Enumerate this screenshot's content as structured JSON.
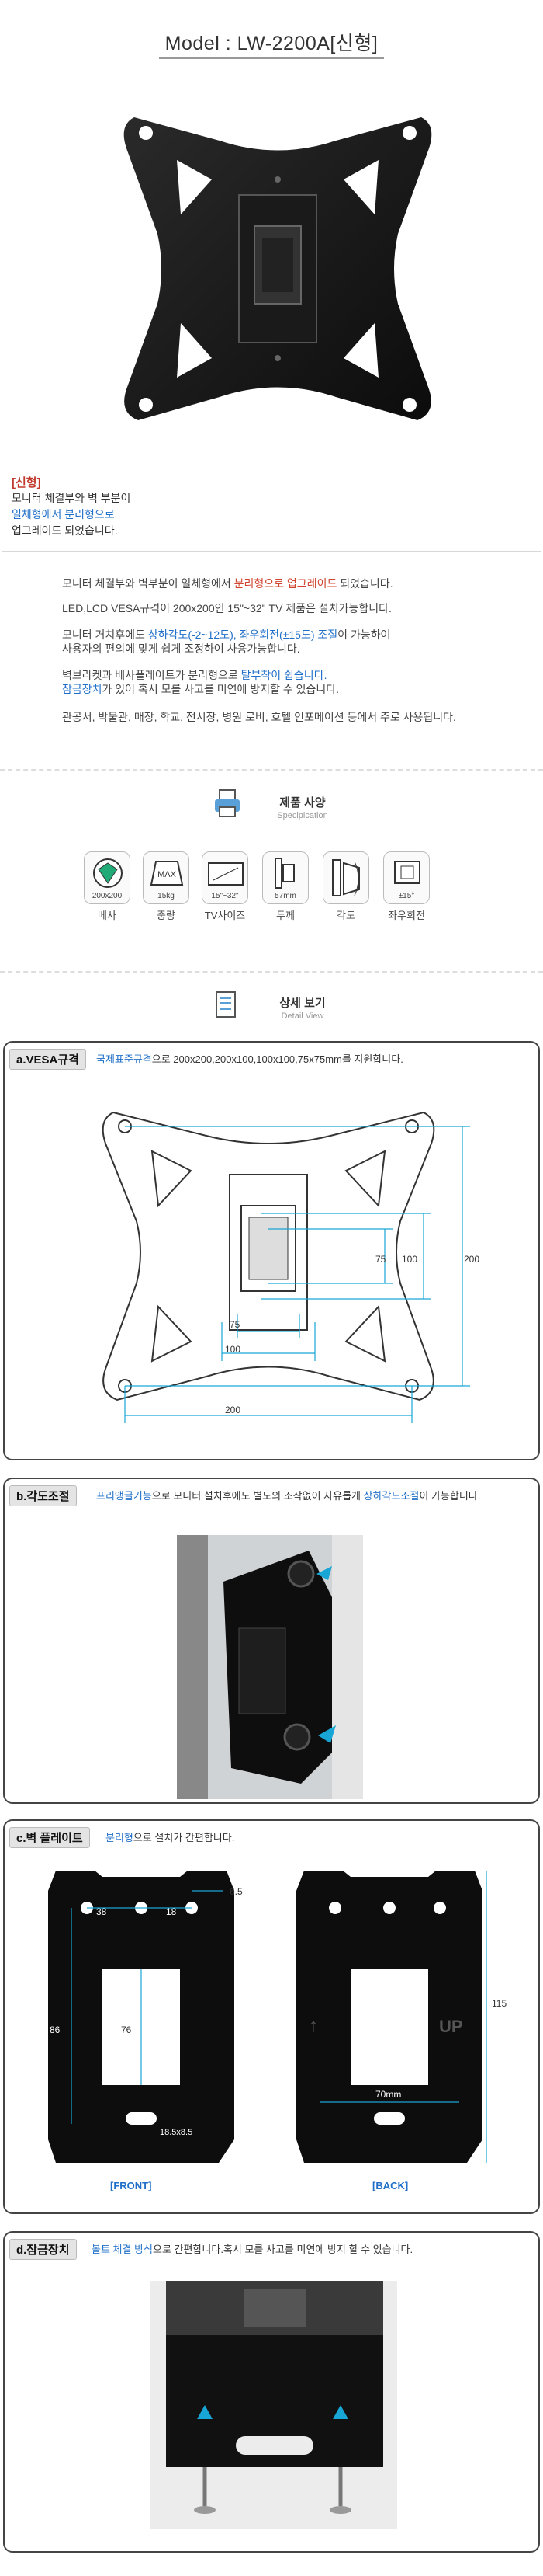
{
  "header": {
    "model_title": "Model : LW-2200A[신형]"
  },
  "hero": {
    "new_label": "[신형]",
    "notes": [
      "모니터 체결부와 벽 부분이",
      "일체형에서 분리형으로",
      "업그레이드 되었습니다."
    ]
  },
  "intro": {
    "p1": "모니터 체결부와 벽부분이 일체형에서 분리형으로 업그레이드 되었습니다.",
    "p2": "LED,LCD VESA규격이 200x200인 15\"~32\" TV 제품은 설치가능합니다.",
    "p3_a": "모니터 거치후에도 ",
    "p3_b": "상하각도(-2~12도), 좌우회전(±15도) 조절",
    "p3_c": "이 가능하여",
    "p3_d": "사용자의 편의에 맞게 쉽게 조정하여 사용가능합니다.",
    "p4_a": "벽브라켓과 베사플레이트가 분리형으로 ",
    "p4_b": "탈부착이 쉽습니다.",
    "p4_c": "잠금장치",
    "p4_d": "가 있어 혹시 모를 사고를 미연에 방지할 수 있습니다.",
    "p5": "관공서, 박물관, 매장, 학교, 전시장, 병원 로비, 호텔 인포메이션 등에서 주로 사용됩니다."
  },
  "spec_section": {
    "title": "제품 사양",
    "subtitle": "Specipication",
    "items": [
      {
        "caption": "200x200",
        "label": "베사"
      },
      {
        "caption": "15kg",
        "label": "중량"
      },
      {
        "caption": "15\"~32\"",
        "label": "TV사이즈"
      },
      {
        "caption": "57mm",
        "label": "두께"
      },
      {
        "caption": "",
        "label": "각도"
      },
      {
        "caption": "±15°",
        "label": "좌우회전"
      }
    ]
  },
  "detail_section": {
    "title": "상세 보기",
    "subtitle": "Detail View"
  },
  "box_a": {
    "tag": "a.VESA규격",
    "desc_hl": "국제표준규격",
    "desc": "으로 200x200,200x100,100x100,75x75mm를 지원합니다.",
    "dims": [
      "75",
      "100",
      "200",
      "75",
      "100",
      "200"
    ]
  },
  "box_b": {
    "tag": "b.각도조절",
    "desc_hl1": "프리앵글기능",
    "desc_mid": "으로 모니터 설치후에도 별도의 조작없이 자유롭게 ",
    "desc_hl2": "상하각도조절",
    "desc_end": "이 가능합니다."
  },
  "box_c": {
    "tag": "c.벽 플레이트",
    "desc_hl": "분리형",
    "desc": "으로 설치가 간편합니다.",
    "front_dims": [
      "38",
      "18",
      "6.5",
      "86",
      "76",
      "18.5x8.5"
    ],
    "back_dims": [
      "115",
      "70mm"
    ],
    "back_marks": [
      "↑",
      "UP"
    ],
    "front_label": "[FRONT]",
    "back_label": "[BACK]"
  },
  "box_d": {
    "tag": "d.잠금장치",
    "desc_hl": "볼트 체결 방식",
    "desc": "으로 간편합니다.혹시 모를 사고를 미연에 방지 할 수 있습니다."
  },
  "colors": {
    "accent_blue": "#1f6fc8",
    "accent_red": "#d0452f",
    "dimension_cyan": "#18a6d6"
  }
}
